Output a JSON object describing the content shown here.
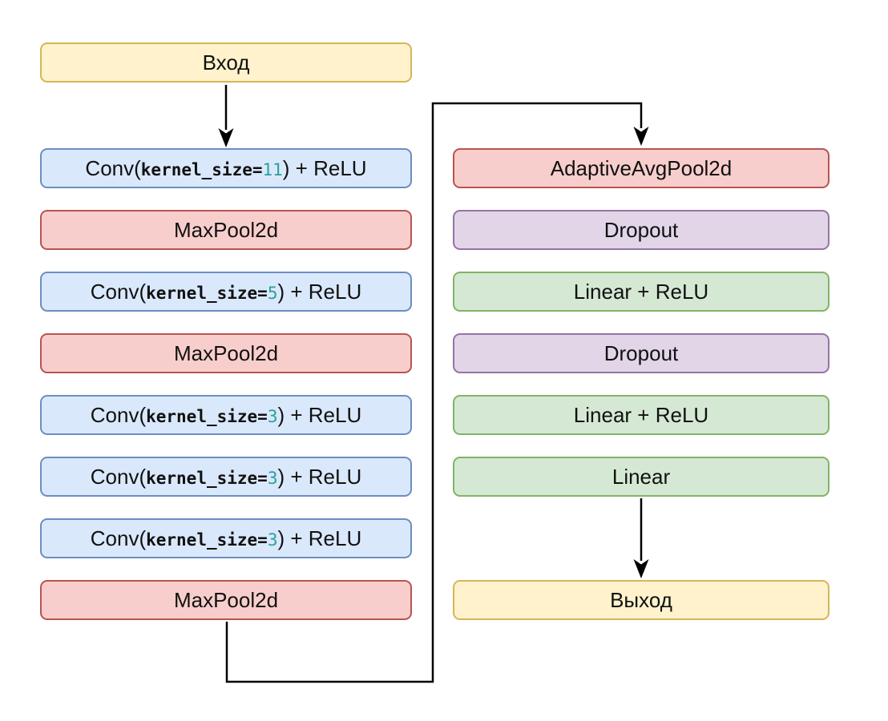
{
  "diagram": {
    "colors": {
      "yellow_fill": "#FFF2CC",
      "yellow_border": "#D6B656",
      "blue_fill": "#DAE8FC",
      "blue_border": "#6C8EBF",
      "red_fill": "#F8CECC",
      "red_border": "#B85450",
      "green_fill": "#D5E8D4",
      "green_border": "#82B366",
      "purple_fill": "#E1D5E7",
      "purple_border": "#9673A6",
      "code_number": "#2AA198",
      "label_text": "#111111",
      "arrow": "#000000"
    },
    "left_column": {
      "input": {
        "label": "Вход"
      },
      "conv1": {
        "pre": "Conv(",
        "code": "kernel_size=",
        "num": "11",
        "post": ") + ReLU"
      },
      "maxpool1": {
        "label": "MaxPool2d"
      },
      "conv2": {
        "pre": "Conv(",
        "code": "kernel_size=",
        "num": "5",
        "post": ") + ReLU"
      },
      "maxpool2": {
        "label": "MaxPool2d"
      },
      "conv3": {
        "pre": "Conv(",
        "code": "kernel_size=",
        "num": "3",
        "post": ") + ReLU"
      },
      "conv4": {
        "pre": "Conv(",
        "code": "kernel_size=",
        "num": "3",
        "post": ") + ReLU"
      },
      "conv5": {
        "pre": "Conv(",
        "code": "kernel_size=",
        "num": "3",
        "post": ") + ReLU"
      },
      "maxpool3": {
        "label": "MaxPool2d"
      }
    },
    "right_column": {
      "avgpool": {
        "label": "AdaptiveAvgPool2d"
      },
      "dropout1": {
        "label": "Dropout"
      },
      "fc1": {
        "label": "Linear + ReLU"
      },
      "dropout2": {
        "label": "Dropout"
      },
      "fc2": {
        "label": "Linear + ReLU"
      },
      "fc3": {
        "label": "Linear"
      },
      "output": {
        "label": "Выход"
      }
    },
    "edges": [
      {
        "from": "input",
        "to": "conv1"
      },
      {
        "from": "maxpool3",
        "to": "avgpool"
      },
      {
        "from": "fc3",
        "to": "output"
      }
    ]
  }
}
